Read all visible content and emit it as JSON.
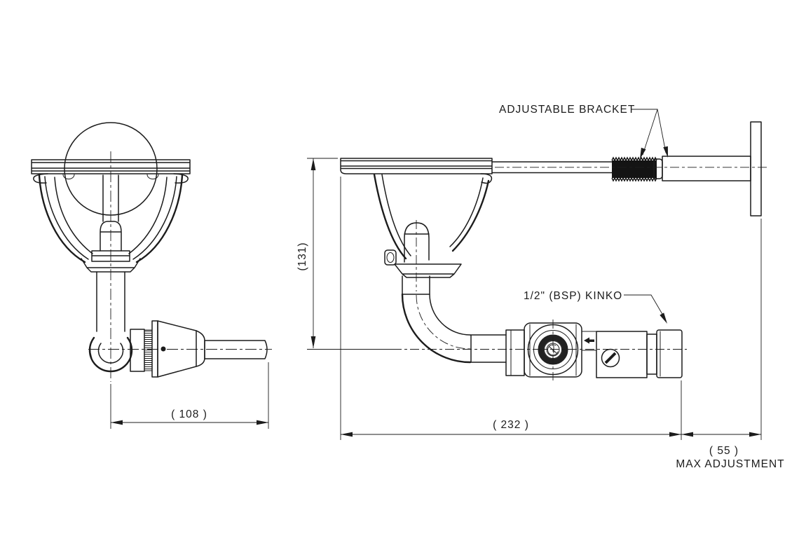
{
  "page": {
    "background": "#ffffff",
    "line_color": "#1c1c1c"
  },
  "annotations": {
    "adjustable_bracket": "ADJUSTABLE BRACKET",
    "inlet_fitting": "1/2\" (BSP) KINKO"
  },
  "dimensions": {
    "front_width": {
      "label": "( 108 )",
      "value": 108
    },
    "height": {
      "label": "(131)",
      "value": 131
    },
    "side_width": {
      "label": "( 232 )",
      "value": 232
    },
    "max_adjustment": {
      "label": "( 55 )",
      "value": 55,
      "caption": "MAX ADJUSTMENT"
    }
  }
}
